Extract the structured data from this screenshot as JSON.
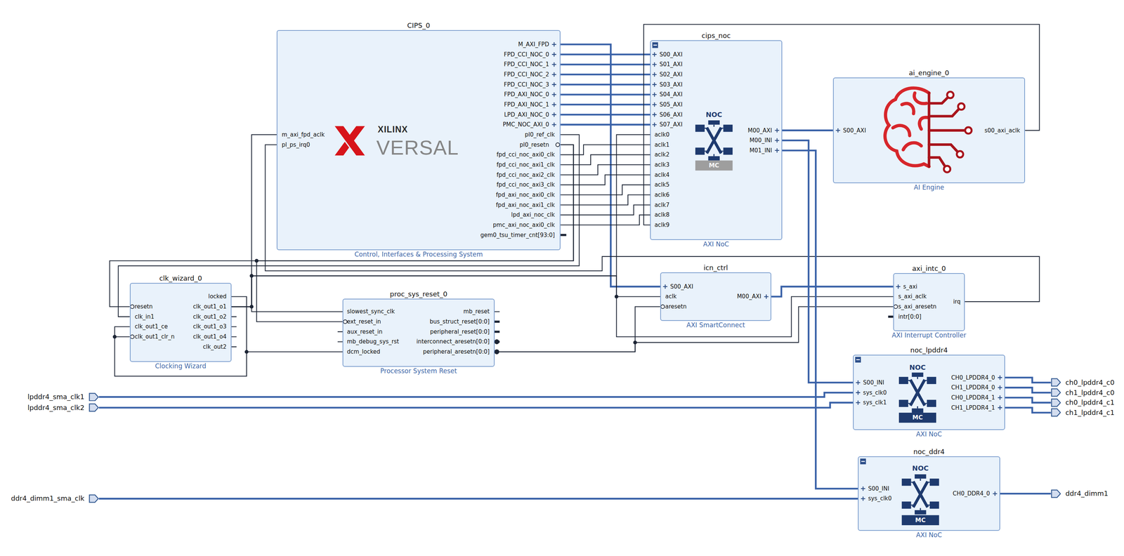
{
  "diagram": {
    "nodes": [
      {
        "text": [
          "CIPS_0",
          "Control, Interfaces & Processing System"
        ]
      },
      {
        "text": [
          "cips_noc",
          "AXI NoC"
        ]
      },
      {
        "text": [
          "ai_engine_0",
          "AI Engine"
        ]
      },
      {
        "text": [
          "clk_wizard_0",
          "Clocking Wizard"
        ]
      },
      {
        "text": [
          "proc_sys_reset_0",
          "Processor System Reset"
        ]
      },
      {
        "text": [
          "icn_ctrl",
          "AXI SmartConnect"
        ]
      },
      {
        "text": [
          "axi_intc_0",
          "AXI Interrupt Controller"
        ]
      },
      {
        "text": [
          "noc_lpddr4",
          "AXI NoC"
        ]
      },
      {
        "text": [
          "noc_ddr4",
          "AXI NoC"
        ]
      },
      {
        "text": [
          "lpddr4_sma_clk1"
        ]
      },
      {
        "text": [
          "lpddr4_sma_clk2"
        ]
      },
      {
        "text": [
          "ddr4_dimm1_sma_clk"
        ]
      },
      {
        "text": [
          "ch0_lpddr4_c0"
        ]
      },
      {
        "text": [
          "ch1_lpddr4_c0"
        ]
      },
      {
        "text": [
          "ch0_lpddr4_c1"
        ]
      },
      {
        "text": [
          "ch1_lpddr4_c1"
        ]
      },
      {
        "text": [
          "ddr4_dimm1"
        ]
      }
    ],
    "edges": [
      {
        "from": 0,
        "to": 5,
        "arrow": "none"
      },
      {
        "from": 0,
        "to": 1,
        "arrow": "none"
      },
      {
        "from": 0,
        "to": 1,
        "arrow": "none"
      },
      {
        "from": 0,
        "to": 1,
        "arrow": "none"
      },
      {
        "from": 0,
        "to": 1,
        "arrow": "none"
      },
      {
        "from": 0,
        "to": 1,
        "arrow": "none"
      },
      {
        "from": 0,
        "to": 1,
        "arrow": "none"
      },
      {
        "from": 0,
        "to": 1,
        "arrow": "none"
      },
      {
        "from": 0,
        "to": 1,
        "arrow": "none"
      },
      {
        "from": 0,
        "to": 1,
        "arrow": "none"
      },
      {
        "from": 0,
        "to": 1,
        "arrow": "none"
      },
      {
        "from": 0,
        "to": 1,
        "arrow": "none"
      },
      {
        "from": 0,
        "to": 1,
        "arrow": "none"
      },
      {
        "from": 0,
        "to": 1,
        "arrow": "none"
      },
      {
        "from": 0,
        "to": 1,
        "arrow": "none"
      },
      {
        "from": 0,
        "to": 1,
        "arrow": "none"
      },
      {
        "from": 0,
        "to": 1,
        "arrow": "none"
      },
      {
        "from": 0,
        "to": 3,
        "arrow": "none"
      },
      {
        "from": 0,
        "to": 3,
        "arrow": "none"
      },
      {
        "from": 0,
        "to": 4,
        "arrow": "none"
      },
      {
        "from": 3,
        "to": 0,
        "arrow": "none"
      },
      {
        "from": 3,
        "to": 1,
        "arrow": "none"
      },
      {
        "from": 3,
        "to": 5,
        "arrow": "none"
      },
      {
        "from": 3,
        "to": 6,
        "arrow": "none"
      },
      {
        "from": 3,
        "to": 4,
        "arrow": "none"
      },
      {
        "from": 3,
        "to": 4,
        "arrow": "none"
      },
      {
        "from": 4,
        "to": 5,
        "arrow": "none"
      },
      {
        "from": 4,
        "to": 6,
        "arrow": "none"
      },
      {
        "from": 6,
        "to": 0,
        "arrow": "none"
      },
      {
        "from": 5,
        "to": 6,
        "arrow": "none"
      },
      {
        "from": 1,
        "to": 2,
        "arrow": "none"
      },
      {
        "from": 2,
        "to": 1,
        "arrow": "none"
      },
      {
        "from": 1,
        "to": 7,
        "arrow": "none"
      },
      {
        "from": 1,
        "to": 8,
        "arrow": "none"
      },
      {
        "from": 9,
        "to": 7,
        "arrow": "none"
      },
      {
        "from": 10,
        "to": 7,
        "arrow": "none"
      },
      {
        "from": 11,
        "to": 8,
        "arrow": "none"
      },
      {
        "from": 7,
        "to": 12,
        "arrow": "none"
      },
      {
        "from": 7,
        "to": 13,
        "arrow": "none"
      },
      {
        "from": 7,
        "to": 14,
        "arrow": "none"
      },
      {
        "from": 7,
        "to": 15,
        "arrow": "none"
      },
      {
        "from": 8,
        "to": 16,
        "arrow": "none"
      }
    ],
    "labels": [
      "m_axi_fpd_aclk",
      "pl_ps_irq0",
      "M_AXI_FPD",
      "FPD_CCI_NOC_0",
      "FPD_CCI_NOC_1",
      "FPD_CCI_NOC_2",
      "FPD_CCI_NOC_3",
      "FPD_AXI_NOC_0",
      "FPD_AXI_NOC_1",
      "LPD_AXI_NOC_0",
      "PMC_NOC_AXI_0",
      "pl0_ref_clk",
      "pl0_resetn",
      "fpd_cci_noc_axi0_clk",
      "fpd_cci_noc_axi1_clk",
      "fpd_cci_noc_axi2_clk",
      "fpd_cci_noc_axi3_clk",
      "fpd_axi_noc_axi0_clk",
      "fpd_axi_noc_axi1_clk",
      "lpd_axi_noc_clk",
      "pmc_axi_noc_axi0_clk",
      "gem0_tsu_timer_cnt[93:0]",
      "XILINX",
      "VERSAL",
      "S00_AXI",
      "S01_AXI",
      "S02_AXI",
      "S03_AXI",
      "S04_AXI",
      "S05_AXI",
      "S06_AXI",
      "S07_AXI",
      "aclk0",
      "aclk1",
      "aclk2",
      "aclk3",
      "aclk4",
      "aclk5",
      "aclk6",
      "aclk7",
      "aclk8",
      "aclk9",
      "M00_AXI",
      "M00_INI",
      "M01_INI",
      "NOC",
      "MC",
      "S00_AXI",
      "s00_axi_aclk",
      "resetn",
      "clk_in1",
      "clk_out1_ce",
      "clk_out1_clr_n",
      "locked",
      "clk_out1_o1",
      "clk_out1_o2",
      "clk_out1_o3",
      "clk_out1_o4",
      "clk_out2",
      "slowest_sync_clk",
      "ext_reset_in",
      "aux_reset_in",
      "mb_debug_sys_rst",
      "dcm_locked",
      "mb_reset",
      "bus_struct_reset[0:0]",
      "peripheral_reset[0:0]",
      "interconnect_aresetn[0:0]",
      "peripheral_aresetn[0:0]",
      "S00_AXI",
      "aclk",
      "aresetn",
      "M00_AXI",
      "s_axi",
      "s_axi_aclk",
      "s_axi_aresetn",
      "intr[0:0]",
      "irq",
      "S00_INI",
      "sys_clk0",
      "sys_clk1",
      "CH0_LPDDR4_0",
      "CH1_LPDDR4_0",
      "CH0_LPDDR4_1",
      "CH1_LPDDR4_1",
      "NOC",
      "MC",
      "S00_INI",
      "sys_clk0",
      "CH0_DDR4_0",
      "NOC",
      "MC"
    ]
  }
}
